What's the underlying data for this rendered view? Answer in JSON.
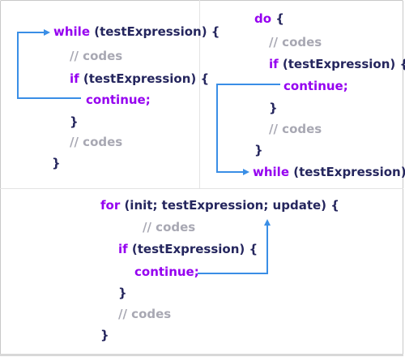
{
  "colors": {
    "keyword": "#9500f0",
    "text": "#25265e",
    "comment": "#a8a8b3",
    "arrow": "#3a8ee6"
  },
  "while_loop": {
    "kw_while": "while",
    "cond_while": " (testExpression) {",
    "comment1": "// codes",
    "kw_if": "if",
    "cond_if": " (testExpression) {",
    "kw_continue": "continue;",
    "close_if": "}",
    "comment2": "// codes",
    "close_while": "}"
  },
  "do_while_loop": {
    "kw_do": "do",
    "open": " {",
    "comment1": "// codes",
    "kw_if": "if",
    "cond_if": " (testExpression) {",
    "kw_continue": "continue;",
    "close_if": "}",
    "comment2": "// codes",
    "close_do": "}",
    "kw_while": "while",
    "cond_while": " (testExpression);"
  },
  "for_loop": {
    "kw_for": "for",
    "header": " (init; testExpression; update) {",
    "comment1": "// codes",
    "kw_if": "if",
    "cond_if": " (testExpression) {",
    "kw_continue": "continue;",
    "close_if": "}",
    "comment2": "// codes",
    "close_for": "}"
  }
}
